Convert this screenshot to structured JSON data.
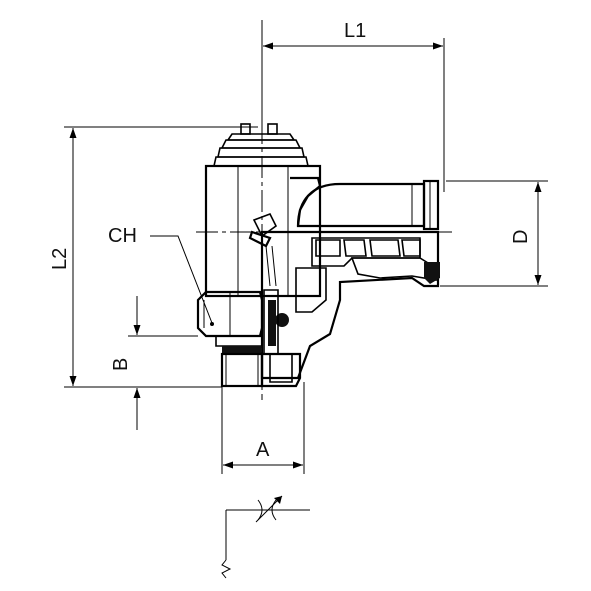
{
  "labels": {
    "l1": "L1",
    "l2": "L2",
    "d": "D",
    "ch": "CH",
    "b": "B",
    "a": "A"
  },
  "colors": {
    "line": "#000000",
    "body_fill": "#ffffff",
    "hatch_fill": "#f2f2f2",
    "dark_fill": "#1a1a1a"
  },
  "symbol": {
    "name": "flow-control-symbol"
  }
}
